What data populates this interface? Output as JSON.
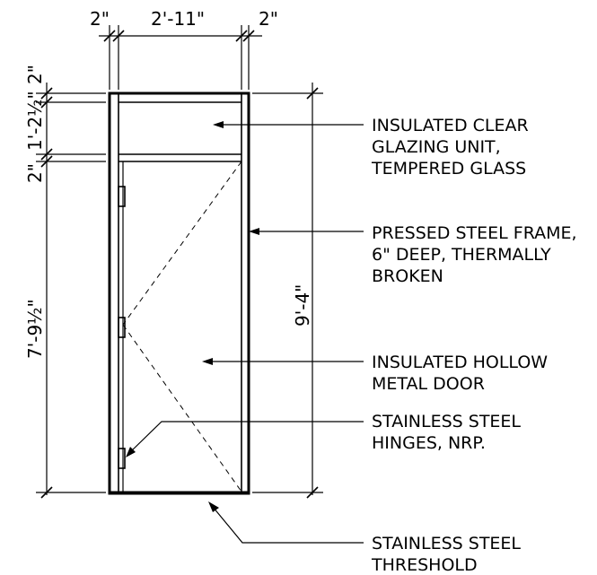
{
  "dimensions": {
    "top_left": "2\"",
    "top_center": "2'-11\"",
    "top_right": "2\"",
    "left_top": "2\"",
    "left_transom": "1'-2½\"",
    "left_mid": "2\"",
    "left_door": "7'-9½\"",
    "right_overall": "9'-4\""
  },
  "notes": [
    {
      "lines": [
        "INSULATED CLEAR",
        "GLAZING UNIT,",
        "TEMPERED GLASS"
      ]
    },
    {
      "lines": [
        "PRESSED STEEL FRAME,",
        "6\" DEEP, THERMALLY",
        "BROKEN"
      ]
    },
    {
      "lines": [
        "INSULATED HOLLOW",
        "METAL DOOR"
      ]
    },
    {
      "lines": [
        "STAINLESS STEEL",
        "HINGES, NRP."
      ]
    },
    {
      "lines": [
        "STAINLESS STEEL",
        "THRESHOLD"
      ]
    }
  ]
}
